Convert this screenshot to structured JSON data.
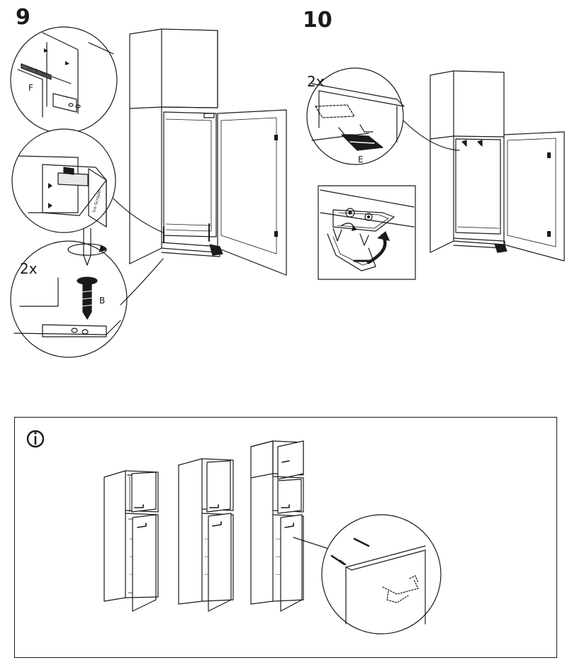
{
  "steps": [
    {
      "number": "9",
      "quantity": "2x",
      "parts": [
        "F",
        "B"
      ],
      "stamp_text": "Ice Scraper"
    },
    {
      "number": "10",
      "quantity": "2x",
      "parts": [
        "E"
      ]
    }
  ],
  "info": {
    "icon": "info-icon"
  },
  "icons": [
    "rotate-arrow-icon",
    "screwdriver-icon",
    "screw-icon",
    "hinge-icon",
    "curved-arrow-icon"
  ]
}
